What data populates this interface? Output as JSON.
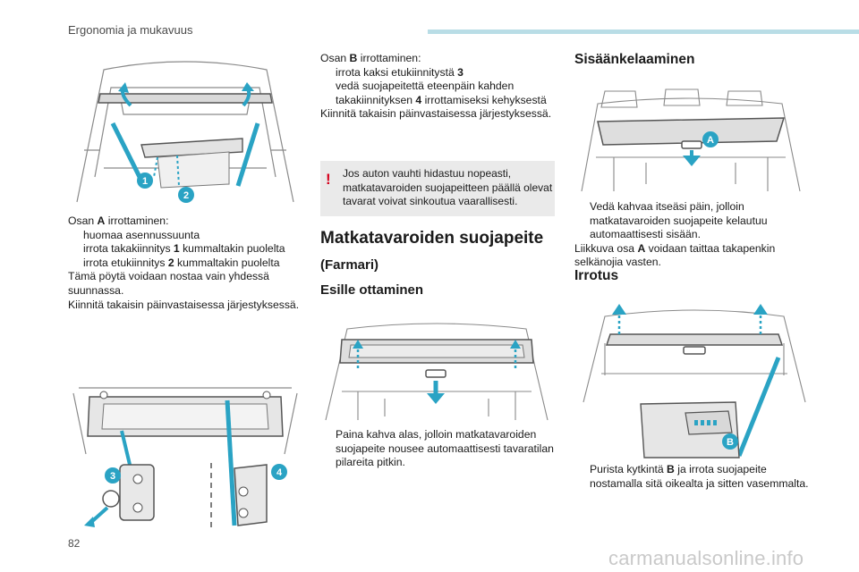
{
  "header": {
    "section_title": "Ergonomia ja mukavuus"
  },
  "col1": {
    "part_a_title": "Osan ",
    "part_a_letter": "A",
    "part_a_title_rest": " irrottaminen:",
    "bullet": "",
    "item1": "huomaa asennussuunta",
    "item2_pre": "irrota takakiinnitys ",
    "item2_num": "1",
    "item2_post": " kummaltakin puolelta",
    "item3_pre": "irrota etukiinnitys ",
    "item3_num": "2",
    "item3_post": " kummaltakin puolelta",
    "para1": "Tämä pöytä voidaan nostaa vain yhdessä suunnassa.",
    "para2": "Kiinnitä takaisin päinvastaisessa järjestyksessä.",
    "fig1_labels": [
      "1",
      "2"
    ],
    "fig2_labels": [
      "3",
      "4"
    ]
  },
  "col2": {
    "part_b_title": "Osan ",
    "part_b_letter": "B",
    "part_b_title_rest": " irrottaminen:",
    "item1_pre": "irrota kaksi etukiinnitystä ",
    "item1_num": "3",
    "item2_pre": "vedä suojapeitettä eteenpäin kahden takakiinnityksen ",
    "item2_num": "4",
    "item2_post": " irrottamiseksi kehyksestä",
    "para1": "Kiinnitä takaisin päinvastaisessa järjestyksessä.",
    "note_mark": "!",
    "note_text": "Jos auton vauhti hidastuu nopeasti, matkatavaroiden suojapeitteen päällä olevat tavarat voivat sinkoutua vaarallisesti.",
    "heading_main": "Matkatavaroiden suojapeite",
    "heading_sub": "(Farmari)",
    "heading_deploy": "Esille ottaminen",
    "deploy_item": "Paina kahva alas, jolloin matkatavaroiden suojapeite nousee automaattisesti tavaratilan pilareita pitkin."
  },
  "col3": {
    "heading_retract": "Sisäänkelaaminen",
    "fig_label_a": "A",
    "retract_item": "Vedä kahvaa itseäsi päin, jolloin matkatavaroiden suojapeite kelautuu automaattisesti sisään.",
    "retract_para_pre": "Liikkuva osa ",
    "retract_para_letter": "A",
    "retract_para_post": " voidaan taittaa takapenkin selkänojia vasten.",
    "heading_remove": "Irrotus",
    "fig_label_b": "B",
    "remove_item_pre": "Purista kytkintä ",
    "remove_item_letter": "B",
    "remove_item_post": " ja irrota suojapeite nostamalla sitä oikealta ja sitten vasemmalta."
  },
  "footer": {
    "page_number": "82",
    "watermark": "carmanualsonline.info"
  },
  "colors": {
    "accent_blue": "#2aa3c4",
    "top_bar": "#b9dde6",
    "warning_red": "#d6001c",
    "note_bg": "#eaeaea"
  }
}
